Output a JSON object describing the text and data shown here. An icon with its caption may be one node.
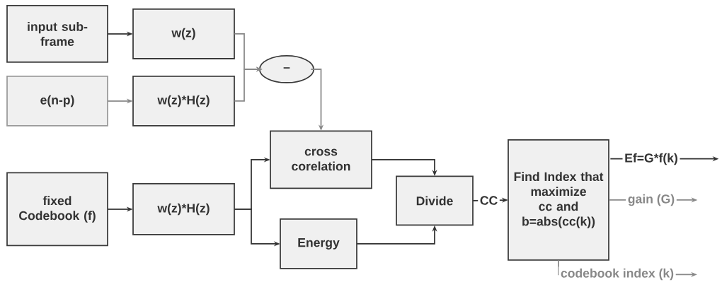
{
  "diagram": {
    "nodes": [
      {
        "text": [
          "input sub-frame"
        ]
      },
      {
        "text": [
          "w(z)"
        ]
      },
      {
        "text": [
          "e(n-p)"
        ]
      },
      {
        "text": [
          "w(z)*H(z)"
        ]
      },
      {
        "text": [
          "–"
        ]
      },
      {
        "text": [
          "cross corelation"
        ]
      },
      {
        "text": [
          "fixed Codebook (f)"
        ]
      },
      {
        "text": [
          "w(z)*H(z)"
        ]
      },
      {
        "text": [
          "Energy"
        ]
      },
      {
        "text": [
          "Divide"
        ]
      },
      {
        "text": [
          "Find Index that maximize cc and b=abs(cc(k))"
        ]
      }
    ],
    "edges": [
      {
        "from": 0,
        "to": 1,
        "arrow": "to"
      },
      {
        "from": 2,
        "to": 3,
        "arrow": "to",
        "color": "#888888"
      },
      {
        "from": 1,
        "to": 4,
        "arrow": "to",
        "color": "#888888"
      },
      {
        "from": 3,
        "to": 4,
        "arrow": "to",
        "color": "#888888"
      },
      {
        "from": 4,
        "to": 5,
        "arrow": "to",
        "color": "#888888"
      },
      {
        "from": 6,
        "to": 7,
        "arrow": "to"
      },
      {
        "from": 7,
        "to": 5,
        "arrow": "to"
      },
      {
        "from": 7,
        "to": 8,
        "arrow": "to"
      },
      {
        "from": 5,
        "to": 9,
        "arrow": "to"
      },
      {
        "from": 8,
        "to": 9,
        "arrow": "to"
      },
      {
        "from": 9,
        "to": 10,
        "arrow": "to",
        "label": "CC"
      },
      {
        "from": 10,
        "to": null,
        "arrow": "to",
        "label": "Ef=G*f(k)"
      },
      {
        "from": 10,
        "to": null,
        "arrow": "to",
        "label": "gain (G)",
        "color": "#888888"
      },
      {
        "from": 10,
        "to": null,
        "arrow": "to",
        "label": "codebook index (k)",
        "color": "#888888"
      }
    ]
  }
}
